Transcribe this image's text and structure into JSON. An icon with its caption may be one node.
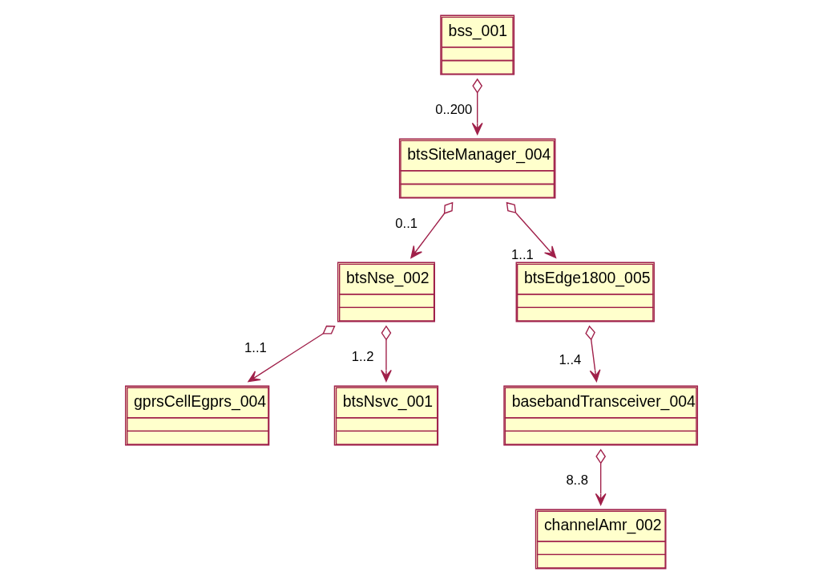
{
  "diagram": {
    "nodes": [
      {
        "text": [
          "bss_001"
        ]
      },
      {
        "text": [
          "btsSiteManager_004"
        ]
      },
      {
        "text": [
          "btsNse_002"
        ]
      },
      {
        "text": [
          "btsEdge1800_005"
        ]
      },
      {
        "text": [
          "gprsCellEgprs_004"
        ]
      },
      {
        "text": [
          "btsNsvc_001"
        ]
      },
      {
        "text": [
          "basebandTransceiver_004"
        ]
      },
      {
        "text": [
          "channelAmr_002"
        ]
      }
    ],
    "edges": [
      {
        "from": 0,
        "to": 1,
        "arrow": "to",
        "label": "0..200"
      },
      {
        "from": 1,
        "to": 2,
        "arrow": "to",
        "label": "0..1"
      },
      {
        "from": 1,
        "to": 3,
        "arrow": "to",
        "label": "1..1"
      },
      {
        "from": 2,
        "to": 4,
        "arrow": "to",
        "label": "1..1"
      },
      {
        "from": 2,
        "to": 5,
        "arrow": "to",
        "label": "1..2"
      },
      {
        "from": 3,
        "to": 6,
        "arrow": "to",
        "label": "1..4"
      },
      {
        "from": 6,
        "to": 7,
        "arrow": "to",
        "label": "8..8"
      }
    ]
  }
}
